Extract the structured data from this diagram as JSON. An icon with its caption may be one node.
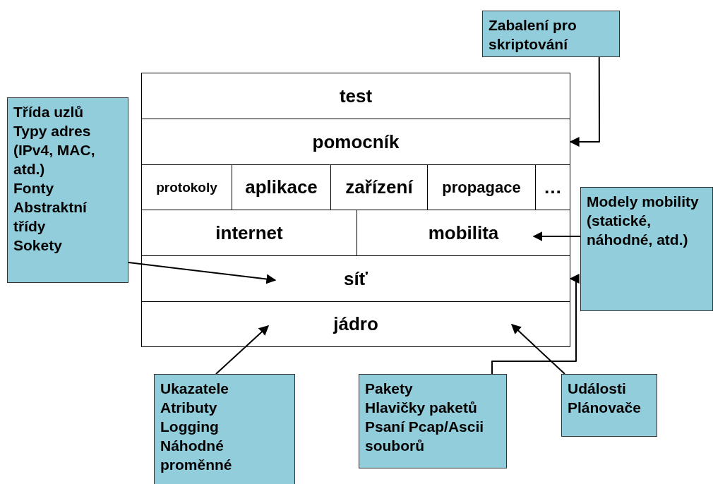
{
  "diagram": {
    "nodes": [
      {
        "text": [
          "test"
        ]
      },
      {
        "text": [
          "pomocník"
        ]
      },
      {
        "text": [
          "protokoly"
        ]
      },
      {
        "text": [
          "aplikace"
        ]
      },
      {
        "text": [
          "zařízení"
        ]
      },
      {
        "text": [
          "propagace"
        ]
      },
      {
        "text": [
          "…"
        ]
      },
      {
        "text": [
          "internet"
        ]
      },
      {
        "text": [
          "mobilita"
        ]
      },
      {
        "text": [
          "síť"
        ]
      },
      {
        "text": [
          "jádro"
        ]
      },
      {
        "text": [
          "Zabalení pro skriptování"
        ]
      },
      {
        "text": [
          "Třída uzlů",
          "Typy adres (IPv4, MAC, atd.)",
          "Fonty",
          "Abstraktní třídy",
          "Sokety"
        ]
      },
      {
        "text": [
          "Modely mobility (statické, náhodné, atd.)"
        ]
      },
      {
        "text": [
          "Ukazatele",
          "Atributy",
          "Logging",
          "Náhodné proměnné"
        ]
      },
      {
        "text": [
          "Pakety",
          "Hlavičky paketů",
          "Psaní Pcap/Ascii souborů"
        ]
      },
      {
        "text": [
          "Události",
          "Plánovače"
        ]
      }
    ],
    "edges": [
      {
        "from": 11,
        "to": 1,
        "arrow": "to"
      },
      {
        "from": 12,
        "to": 9,
        "arrow": "to"
      },
      {
        "from": 13,
        "to": 8,
        "arrow": "to"
      },
      {
        "from": 14,
        "to": 10,
        "arrow": "to"
      },
      {
        "from": 15,
        "to": 9,
        "arrow": "to"
      },
      {
        "from": 16,
        "to": 10,
        "arrow": "to"
      }
    ]
  }
}
